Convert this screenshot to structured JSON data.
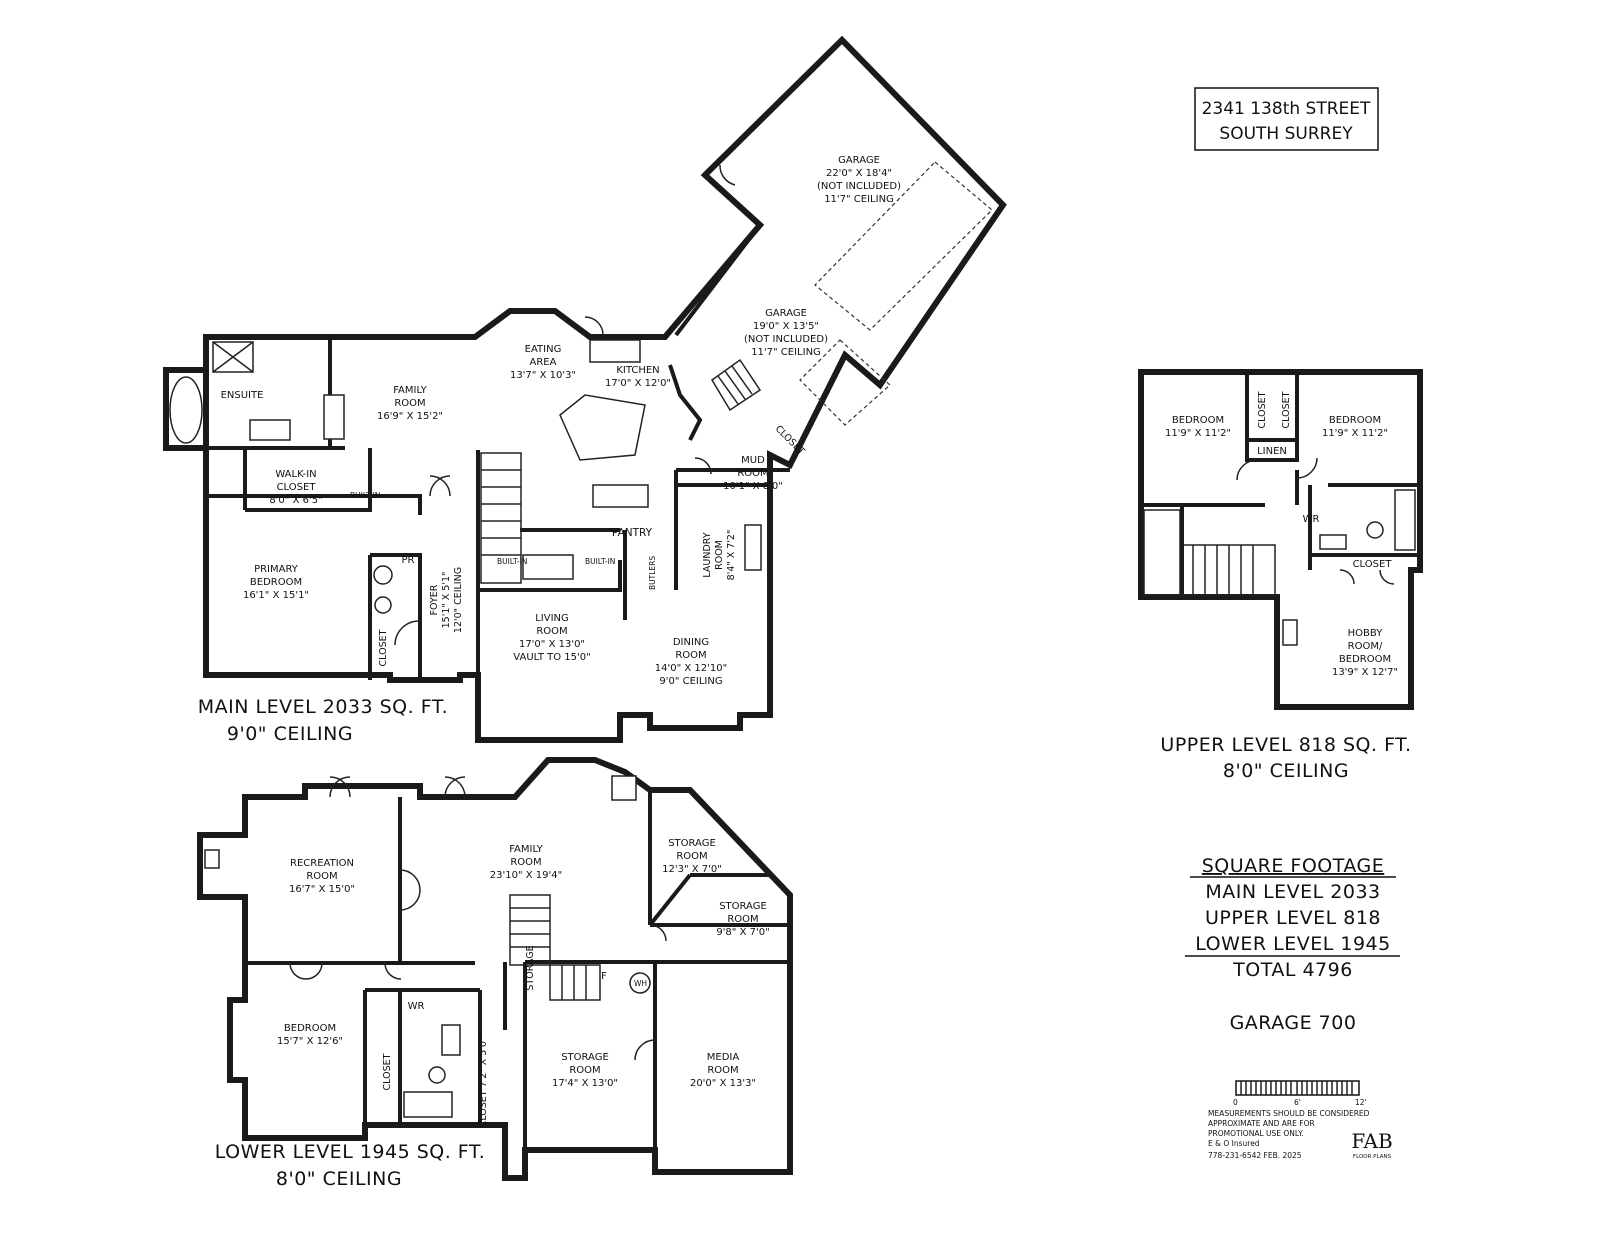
{
  "address": {
    "line1": "2341 138th STREET",
    "line2": "SOUTH SURREY"
  },
  "main_level": {
    "title": "MAIN LEVEL 2033 SQ. FT.",
    "ceiling": "9'0\" CEILING",
    "rooms": {
      "garage_top": [
        "GARAGE",
        "22'0\" X 18'4\"",
        "(NOT INCLUDED)",
        "11'7\" CEILING"
      ],
      "garage_bottom": [
        "GARAGE",
        "19'0\" X 13'5\"",
        "(NOT INCLUDED)",
        "11'7\" CEILING"
      ],
      "eating_area": [
        "EATING",
        "AREA",
        "13'7\" X 10'3\""
      ],
      "kitchen": [
        "KITCHEN",
        "17'0\" X 12'0\""
      ],
      "family_room": [
        "FAMILY",
        "ROOM",
        "16'9\" X 15'2\""
      ],
      "ensuite": [
        "ENSUITE"
      ],
      "walk_in_closet": [
        "WALK-IN",
        "CLOSET",
        "8'0\" X 6'5\""
      ],
      "primary_bedroom": [
        "PRIMARY",
        "BEDROOM",
        "16'1\" X 15'1\""
      ],
      "mud_room": [
        "MUD",
        "ROOM",
        "10'1\" X 8'0\""
      ],
      "pantry": [
        "PANTRY"
      ],
      "living_room": [
        "LIVING",
        "ROOM",
        "17'0\" X 13'0\"",
        "VAULT TO 15'0\""
      ],
      "dining_room": [
        "DINING",
        "ROOM",
        "14'0\" X 12'10\"",
        "9'0\" CEILING"
      ],
      "foyer": [
        "FOYER",
        "15'1\" X 5'1\"",
        "12'0\" CEILING"
      ],
      "laundry_room": [
        "LAUNDRY",
        "ROOM",
        "8'4\" X 7'2\""
      ],
      "closet": "CLOSET",
      "pr": "PR",
      "built_in": "BUILT-IN",
      "butlers": "BUTLERS"
    }
  },
  "upper_level": {
    "title": "UPPER LEVEL 818 SQ. FT.",
    "ceiling": "8'0\" CEILING",
    "rooms": {
      "bedroom_left": [
        "BEDROOM",
        "11'9\" X 11'2\""
      ],
      "bedroom_right": [
        "BEDROOM",
        "11'9\" X 11'2\""
      ],
      "closet": "CLOSET",
      "linen": "LINEN",
      "wr": "WR",
      "hobby_room": [
        "HOBBY",
        "ROOM/",
        "BEDROOM",
        "13'9\" X 12'7\""
      ]
    }
  },
  "lower_level": {
    "title": "LOWER LEVEL 1945 SQ. FT.",
    "ceiling": "8'0\" CEILING",
    "rooms": {
      "recreation_room": [
        "RECREATION",
        "ROOM",
        "16'7\" X 15'0\""
      ],
      "family_room": [
        "FAMILY",
        "ROOM",
        "23'10\" X 19'4\""
      ],
      "storage_room_1": [
        "STORAGE",
        "ROOM",
        "12'3\" X 7'0\""
      ],
      "storage_room_2": [
        "STORAGE",
        "ROOM",
        "9'8\" X 7'0\""
      ],
      "bedroom": [
        "BEDROOM",
        "15'7\" X 12'6\""
      ],
      "storage_room_3": [
        "STORAGE",
        "ROOM",
        "17'4\" X 13'0\""
      ],
      "media_room": [
        "MEDIA",
        "ROOM",
        "20'0\" X 13'3\""
      ],
      "closet": "CLOSET",
      "closet_small": "CLOSET 7'2\" X 5'0\"",
      "wr": "WR",
      "storage": "STORAGE",
      "f": "F",
      "wh": "WH"
    }
  },
  "square_footage": {
    "heading": "SQUARE FOOTAGE",
    "main": "MAIN LEVEL 2033",
    "upper": "UPPER LEVEL 818",
    "lower": "LOWER LEVEL 1945",
    "total": "TOTAL 4796",
    "garage": "GARAGE 700"
  },
  "scale": {
    "labels": [
      "0",
      "6'",
      "12'"
    ]
  },
  "disclaimer": [
    "MEASUREMENTS SHOULD BE CONSIDERED",
    "APPROXIMATE AND ARE FOR",
    "PROMOTIONAL USE ONLY.",
    "E & O Insured",
    "778-231-6542  FEB. 2025"
  ],
  "logo": {
    "mark": "FAB",
    "sub": "FLOOR PLANS"
  }
}
